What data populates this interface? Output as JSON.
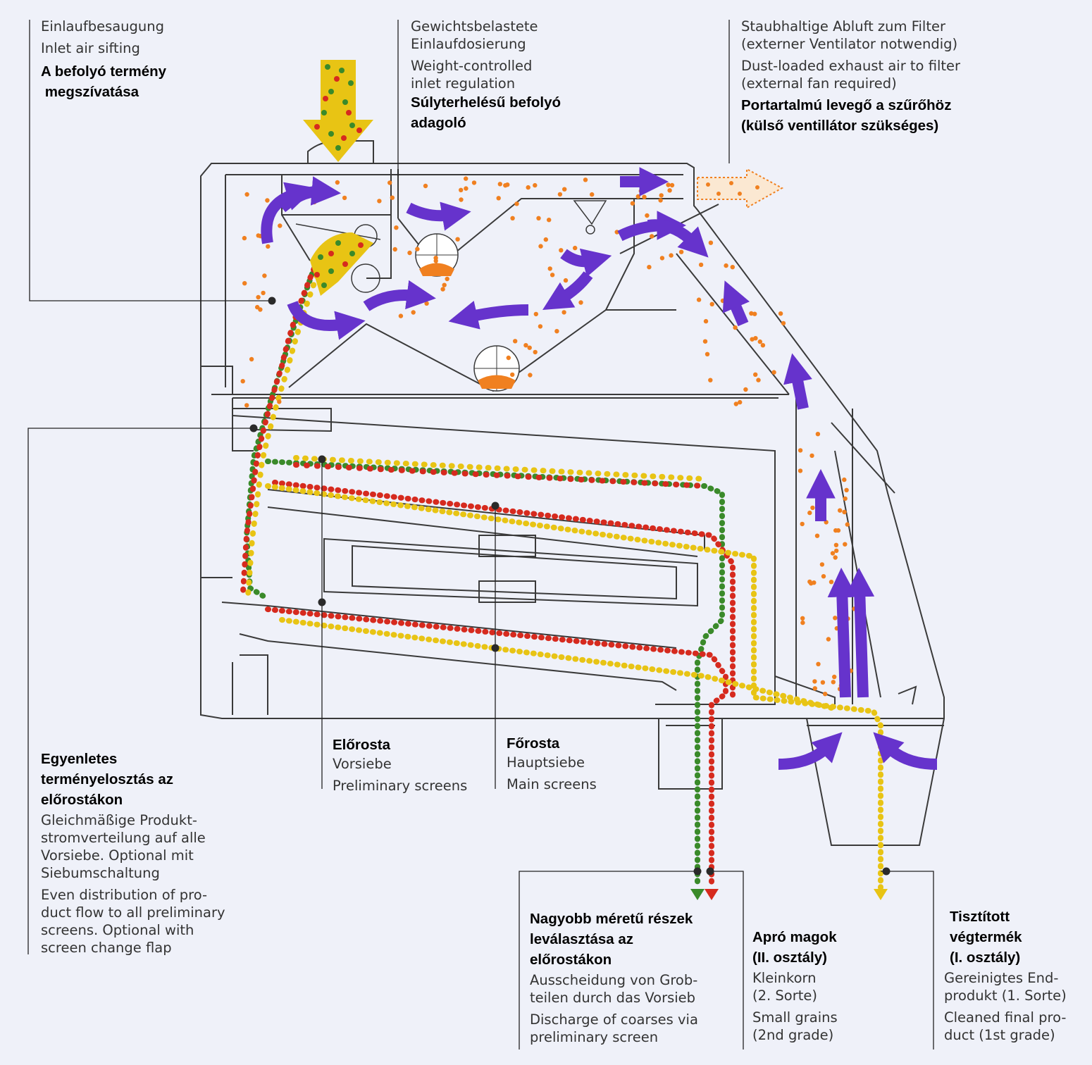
{
  "colors": {
    "background": "#eff1f9",
    "machine_line": "#3a3a3a",
    "air_arrow": "#6633cc",
    "particle_orange": "#f08020",
    "grain_green": "#3a8a2a",
    "grain_red": "#d62a1e",
    "grain_yellow": "#e8c414"
  },
  "labels": {
    "inlet": {
      "de": "Einlaufbesaugung",
      "en": "Inlet air sifting",
      "hu_1": "A befolyó termény",
      "hu_2": " megszívatása"
    },
    "dosing": {
      "de_1": "Gewichtsbelastete",
      "de_2": "Einlaufdosierung",
      "en_1": "Weight-controlled",
      "en_2": "inlet regulation",
      "hu_1": "Súlyterhelésű befolyó",
      "hu_2": "adagoló"
    },
    "exhaust": {
      "de_1": "Staubhaltige Abluft zum Filter",
      "de_2": "(externer Ventilator notwendig)",
      "en_1": "Dust-loaded exhaust air to filter",
      "en_2": "(external fan required)",
      "hu_1": "Portartalmú levegő a szűrőhöz",
      "hu_2": "(külső ventillátor szükséges)"
    },
    "distribution": {
      "hu_1": "Egyenletes",
      "hu_2": "terményelosztás az",
      "hu_3": "előrostákon",
      "de_1": "Gleichmäßige Produkt-",
      "de_2": "stromverteilung auf alle",
      "de_3": "Vorsiebe. Optional mit",
      "de_4": "Siebumschaltung",
      "en_1": "Even distribution of pro-",
      "en_2": "duct flow to all preliminary",
      "en_3": "screens. Optional with",
      "en_4": "screen change flap"
    },
    "pre_screen": {
      "hu": "Előrosta",
      "de": "Vorsiebe",
      "en": "Preliminary screens"
    },
    "main_screen": {
      "hu": "Főrosta",
      "de": "Hauptsiebe",
      "en": "Main screens"
    },
    "coarse": {
      "hu_1": "Nagyobb méretű részek",
      "hu_2": "leválasztása az",
      "hu_3": "előrostákon",
      "de_1": "Ausscheidung von Grob-",
      "de_2": "teilen durch das Vorsieb",
      "en_1": "Discharge of coarses via",
      "en_2": "preliminary screen"
    },
    "small": {
      "hu_1": "Apró magok",
      "hu_2": "(II. osztály)",
      "de_1": "Kleinkorn",
      "de_2": "(2. Sorte)",
      "en_1": "Small grains",
      "en_2": "(2nd grade)"
    },
    "clean": {
      "hu_1": "Tisztított",
      "hu_2": "végtermék",
      "hu_3": "(I. osztály)",
      "de_1": "Gereinigtes End-",
      "de_2": "produkt (1. Sorte)",
      "en_1": "Cleaned final pro-",
      "en_2": "duct (1st grade)"
    }
  }
}
